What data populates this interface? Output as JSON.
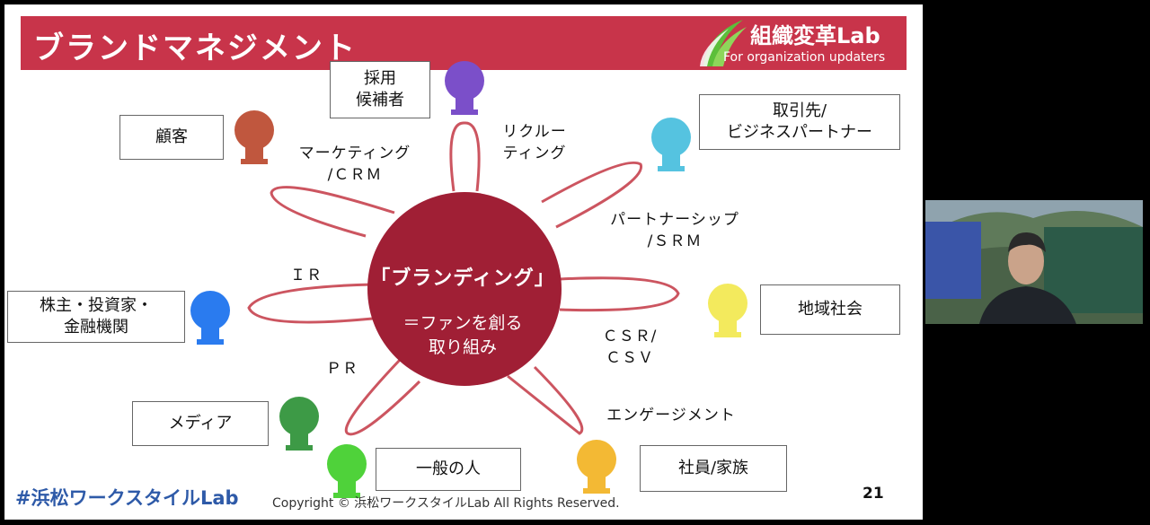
{
  "slide": {
    "title": "ブランドマネジメント",
    "logo": {
      "main": "組織変革Lab",
      "sub": "For organization updaters"
    },
    "center": {
      "line1": "「ブランディング」",
      "line2": "＝ファンを創る\n取り組み"
    },
    "stakeholders": [
      {
        "id": "recruit",
        "label": "採用\n候補者",
        "color": "#7b4fc9"
      },
      {
        "id": "customer",
        "label": "顧客",
        "color": "#c0573e"
      },
      {
        "id": "partner",
        "label": "取引先/\nビジネスパートナー",
        "color": "#55c3e0"
      },
      {
        "id": "community",
        "label": "地域社会",
        "color": "#f3ea5d"
      },
      {
        "id": "shareholder",
        "label": "株主・投資家・\n金融機関",
        "color": "#2a7bef"
      },
      {
        "id": "media",
        "label": "メディア",
        "color": "#3d9a46"
      },
      {
        "id": "public",
        "label": "一般の人",
        "color": "#4fd23a"
      },
      {
        "id": "employee",
        "label": "社員/家族",
        "color": "#f3b934"
      }
    ],
    "activities": [
      {
        "id": "recruiting",
        "label": "リクルー\nティング"
      },
      {
        "id": "marketing",
        "label": "マーケティング\n/ＣＲＭ"
      },
      {
        "id": "partnership",
        "label": "パートナーシップ\n/ＳＲＭ"
      },
      {
        "id": "ir",
        "label": "ＩＲ"
      },
      {
        "id": "csr",
        "label": "ＣＳＲ/\nＣＳＶ"
      },
      {
        "id": "pr",
        "label": "ＰＲ"
      },
      {
        "id": "engagement",
        "label": "エンゲージメント"
      }
    ],
    "hashtag": "#浜松ワークスタイルLab",
    "copyright": "Copyright © 浜松ワークスタイルLab  All Rights Reserved.",
    "page_number": "21"
  },
  "colors": {
    "title_bar": "#c8344a",
    "center_circle": "#a01f35",
    "petal_stroke": "#cc5560",
    "logo_green": "#5cbf3a"
  }
}
